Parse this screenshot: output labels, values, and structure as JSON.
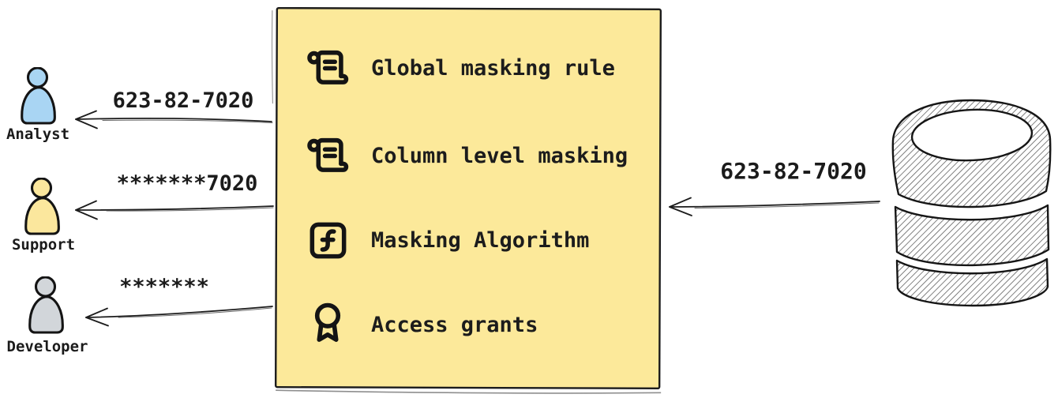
{
  "canvas": {
    "background": "#ffffff",
    "ink": "#1b1b1b"
  },
  "personas": [
    {
      "name": "Analyst",
      "received_value": "623-82-7020",
      "icon": "person-icon",
      "fill": "#a9d5f3"
    },
    {
      "name": "Support",
      "received_value": "*******7020",
      "icon": "person-icon",
      "fill": "#fbe79d"
    },
    {
      "name": "Developer",
      "received_value": "*******",
      "icon": "person-icon",
      "fill": "#d2d6da"
    }
  ],
  "masking_box": {
    "fill": "#fce99a",
    "border_color": "#1c1c1c",
    "items": [
      {
        "icon": "scroll-icon",
        "label": "Global masking rule"
      },
      {
        "icon": "scroll-icon",
        "label": "Column level masking"
      },
      {
        "icon": "function-icon",
        "label": "Masking Algorithm"
      },
      {
        "icon": "award-icon",
        "label": "Access grants"
      }
    ]
  },
  "database": {
    "icon": "database-icon",
    "sent_value": "623-82-7020"
  }
}
